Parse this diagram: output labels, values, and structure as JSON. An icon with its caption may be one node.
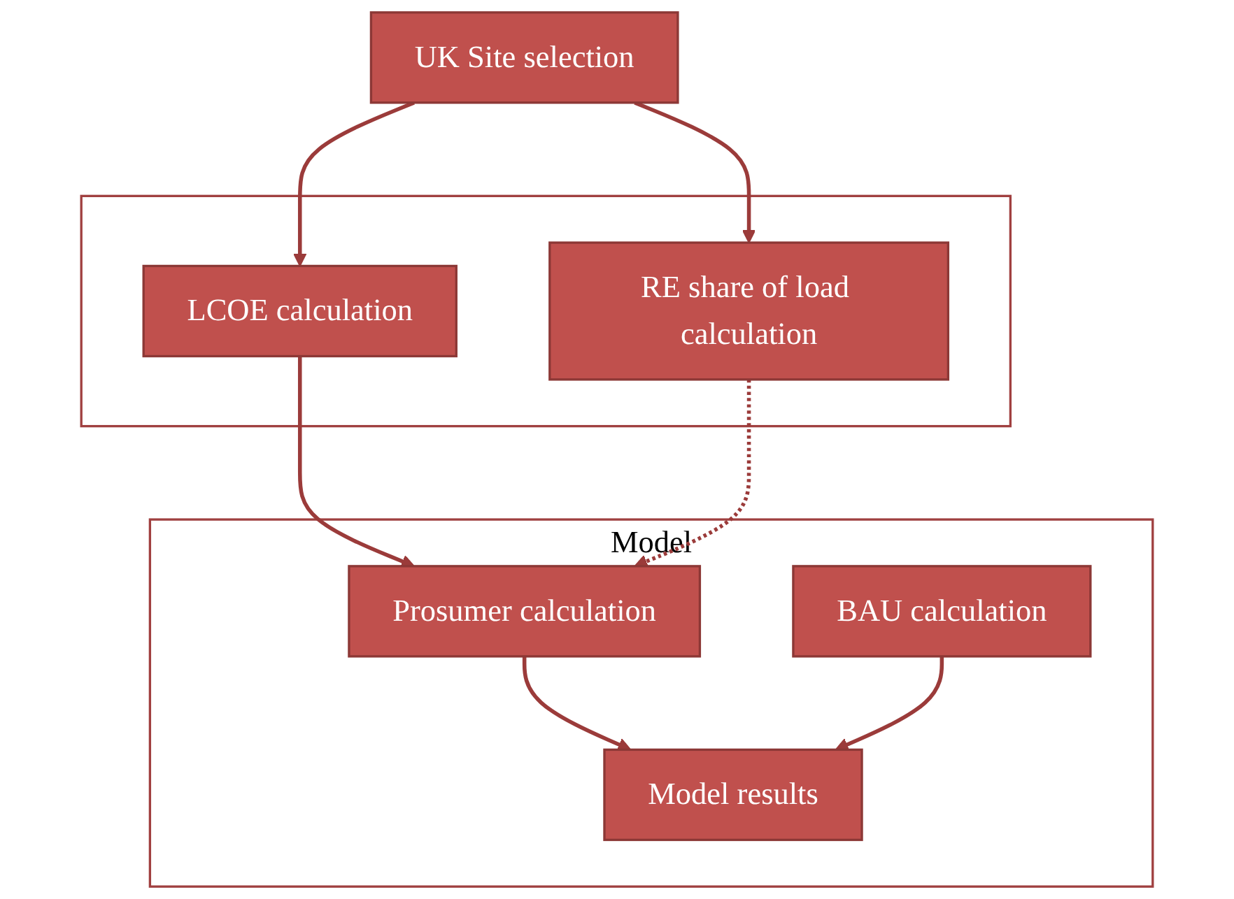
{
  "diagram": {
    "nodes": [
      {
        "text": [
          "UK Site selection"
        ]
      },
      {
        "text": [],
        "shape": "box"
      },
      {
        "text": [
          "LCOE calculation"
        ],
        "in": 1
      },
      {
        "text": [
          "RE share of load calculation"
        ],
        "in": 1
      },
      {
        "text": [
          "Model"
        ]
      },
      {
        "text": [
          "Prosumer calculation"
        ],
        "in": 4
      },
      {
        "text": [
          "BAU calculation"
        ],
        "in": 4
      },
      {
        "text": [
          "Model results"
        ],
        "in": 4
      }
    ],
    "edges": [
      {
        "from": 0,
        "to": 2,
        "arrow": "to"
      },
      {
        "from": 0,
        "to": 3,
        "arrow": "to"
      },
      {
        "from": 2,
        "to": 5,
        "arrow": "to"
      },
      {
        "from": 3,
        "to": 5,
        "arrow": "to",
        "style": "dashed"
      },
      {
        "from": 5,
        "to": 7,
        "arrow": "to"
      },
      {
        "from": 6,
        "to": 7,
        "arrow": "to"
      }
    ]
  }
}
